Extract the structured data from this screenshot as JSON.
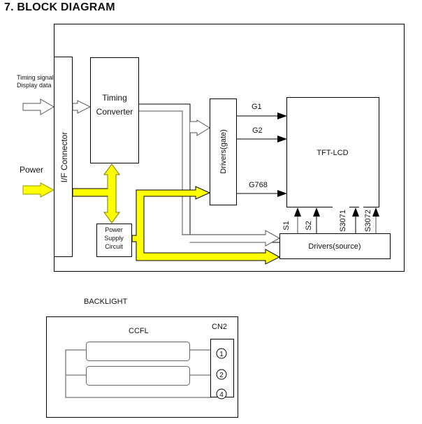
{
  "title": "7. BLOCK DIAGRAM",
  "colors": {
    "power": "#ffff00",
    "line": "#000000",
    "signal": "#888888"
  },
  "inputs": {
    "timing_signal": "Timing signal",
    "display_data": "Display data",
    "power": "Power"
  },
  "blocks": {
    "if_connector": "I/F Connector",
    "timing_converter_line1": "Timing",
    "timing_converter_line2": "Converter",
    "power_supply_line1": "Power",
    "power_supply_line2": "Supply",
    "power_supply_line3": "Circuit",
    "drivers_gate": "Drivers(gate)",
    "drivers_source": "Drivers(source)",
    "tft_lcd": "TFT-LCD"
  },
  "gate_lines": [
    "G1",
    "G2",
    "G768"
  ],
  "source_lines": [
    "S1",
    "S2",
    "S3071",
    "S3072"
  ],
  "backlight": {
    "title": "BACKLIGHT",
    "lamp_label": "CCFL",
    "connector_label": "CN2",
    "pins": [
      "1",
      "2",
      "4"
    ]
  }
}
